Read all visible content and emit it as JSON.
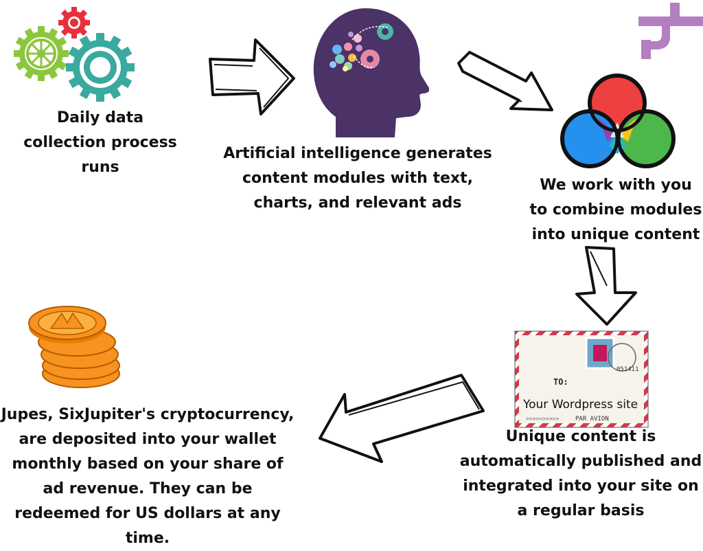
{
  "steps": [
    {
      "id": "collect",
      "text": "Daily data collection process runs"
    },
    {
      "id": "ai",
      "text": "Artificial intelligence generates content modules with text, charts, and relevant ads"
    },
    {
      "id": "combine",
      "text": "We work with you to combine modules into unique content"
    },
    {
      "id": "publish",
      "text": "Unique content is automatically published and integrated into your site on a regular basis"
    },
    {
      "id": "payout",
      "text": "Jupes, SixJupiter's cryptocurrency, are deposited into your wallet monthly based on your share of ad revenue. They can be redeemed for US dollars at any time."
    }
  ],
  "envelope": {
    "to_label": "TO:",
    "address": "Your Wordpress site",
    "par_avion": "PAR AVION",
    "postmark": "051411"
  },
  "logo": {
    "glyph": "6"
  },
  "icons": {
    "gears": "gears-icon",
    "ai": "ai-head-icon",
    "venn": "venn-diagram-icon",
    "envelope": "envelope-icon",
    "coins": "coins-icon",
    "logo": "sixjupiter-logo"
  },
  "colors": {
    "text": "#111111",
    "gear_green": "#8cc63f",
    "gear_teal": "#3aa99f",
    "gear_red": "#e8303a",
    "head_purple": "#4b3267",
    "venn_red": "#ee4040",
    "venn_blue": "#2590ee",
    "venn_green": "#4cb84c",
    "logo_purple": "#b37fc0",
    "coin_orange": "#f7931e"
  }
}
